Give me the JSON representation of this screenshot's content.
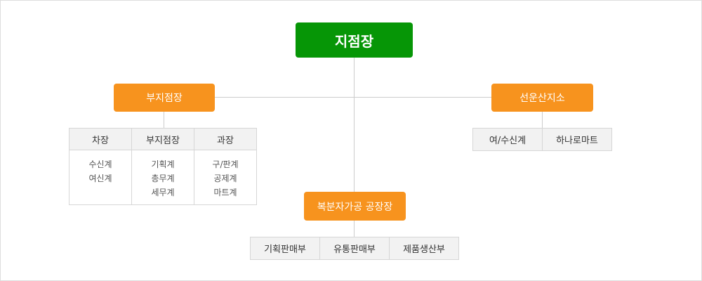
{
  "chart_data": {
    "type": "org-chart",
    "root": "지점장",
    "branches": [
      {
        "name": "부지점장",
        "units": [
          {
            "name": "차장",
            "teams": [
              "수신계",
              "여신계"
            ]
          },
          {
            "name": "부지점장",
            "teams": [
              "기획계",
              "총무계",
              "세무계"
            ]
          },
          {
            "name": "과장",
            "teams": [
              "구/판계",
              "공제계",
              "마트계"
            ]
          }
        ]
      },
      {
        "name": "선운산지소",
        "units": [
          {
            "name": "여/수신계"
          },
          {
            "name": "하나로마트"
          }
        ]
      },
      {
        "name": "복분자가공 공장장",
        "units": [
          {
            "name": "기획판매부"
          },
          {
            "name": "유통판매부"
          },
          {
            "name": "제품생산부"
          }
        ]
      }
    ]
  },
  "colors": {
    "root": "#069606",
    "branch": "#f7931e",
    "line": "#cccccc",
    "header_bg": "#f2f2f2"
  }
}
